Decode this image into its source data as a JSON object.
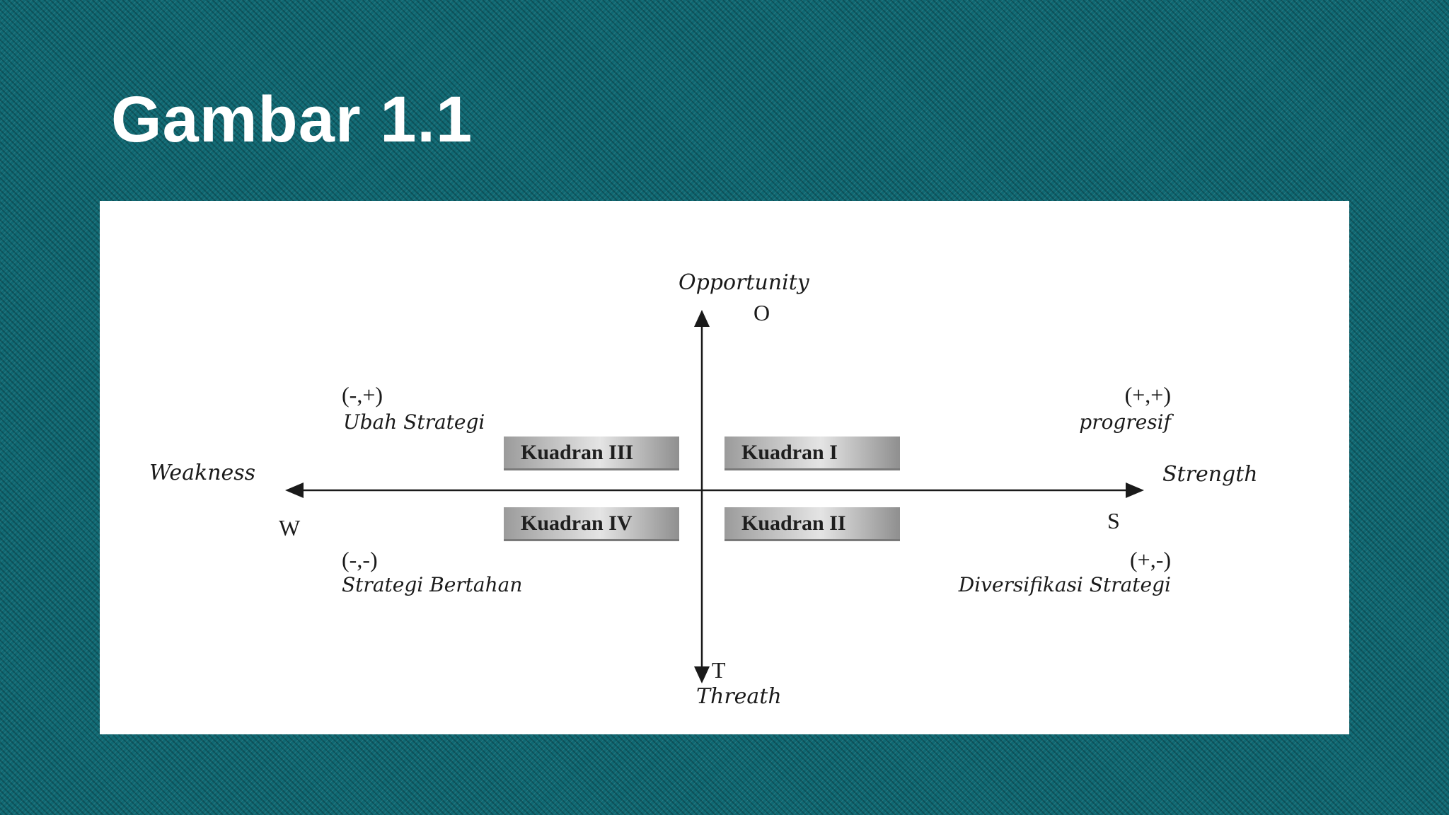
{
  "slide": {
    "title": "Gambar 1.1"
  },
  "diagram": {
    "axes": {
      "top": {
        "name": "Opportunity",
        "letter": "O"
      },
      "bottom": {
        "name": "Threath",
        "letter": "T"
      },
      "left": {
        "name": "Weakness",
        "letter": "W"
      },
      "right": {
        "name": "Strength",
        "letter": "S"
      }
    },
    "quadrants": [
      {
        "label": "Kuadran I",
        "sign": "(+,+)",
        "strategy": "progresif"
      },
      {
        "label": "Kuadran II",
        "sign": "(+,-)",
        "strategy": "Diversifikasi Strategi"
      },
      {
        "label": "Kuadran III",
        "sign": "(-,+)",
        "strategy": "Ubah Strategi"
      },
      {
        "label": "Kuadran IV",
        "sign": "(-,-)",
        "strategy": "Strategi Bertahan"
      }
    ],
    "colors": {
      "background": "#0f6872",
      "panel": "#ffffff",
      "axis": "#1a1a1a"
    }
  }
}
